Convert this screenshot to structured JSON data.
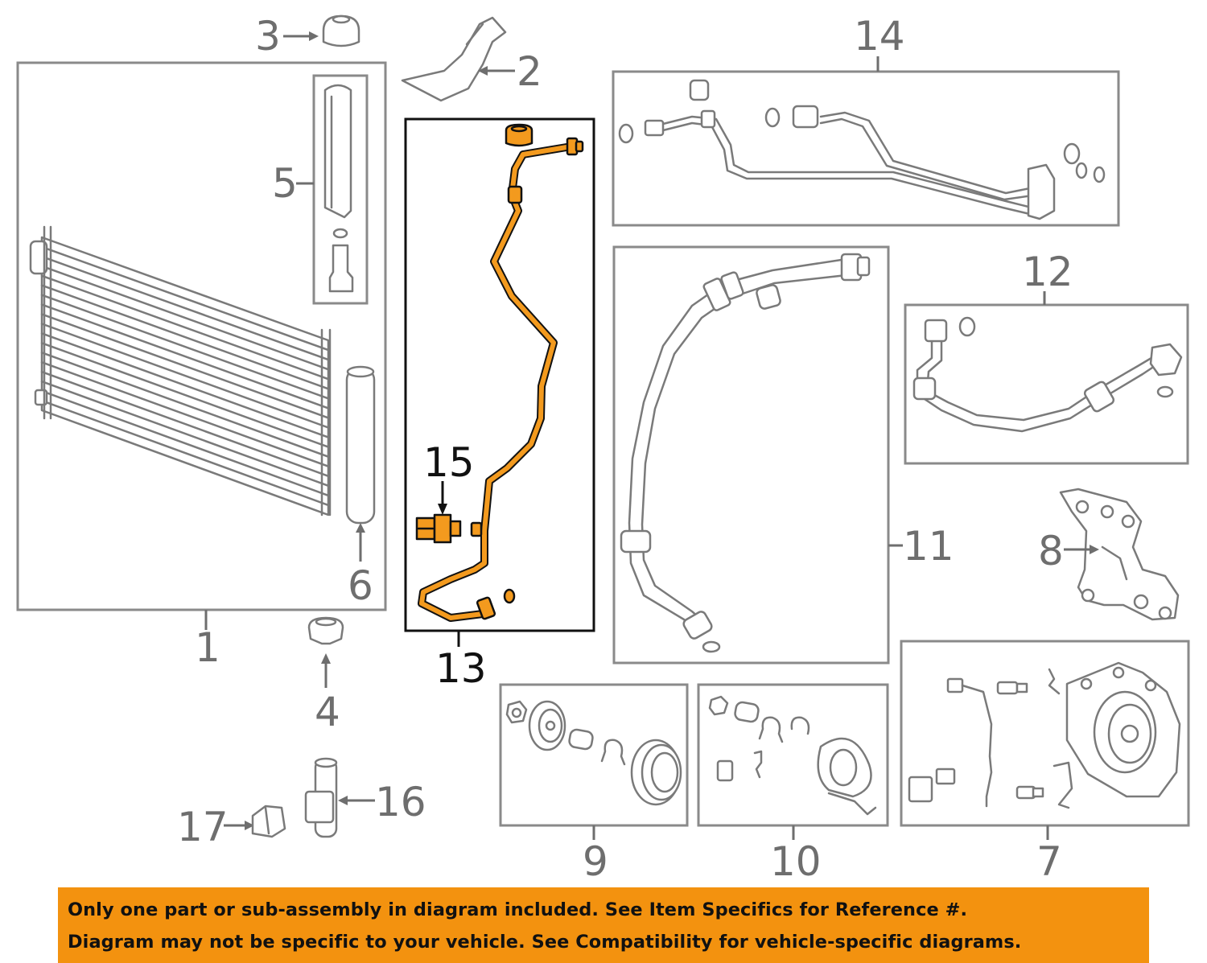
{
  "callouts": {
    "c1": "1",
    "c2": "2",
    "c3": "3",
    "c4": "4",
    "c5": "5",
    "c6": "6",
    "c7": "7",
    "c8": "8",
    "c9": "9",
    "c10": "10",
    "c11": "11",
    "c12": "12",
    "c13": "13",
    "c14": "14",
    "c15": "15",
    "c16": "16",
    "c17": "17"
  },
  "banner": {
    "line1": "Only one part or sub-assembly in diagram included. See Item Specifics for Reference #.",
    "line2": "Diagram may not be specific to your vehicle. See Compatibility for vehicle-specific diagrams."
  },
  "colors": {
    "highlight": "#f39a1e",
    "banner": "#f3920f",
    "line_art": "#7a7a7a"
  }
}
